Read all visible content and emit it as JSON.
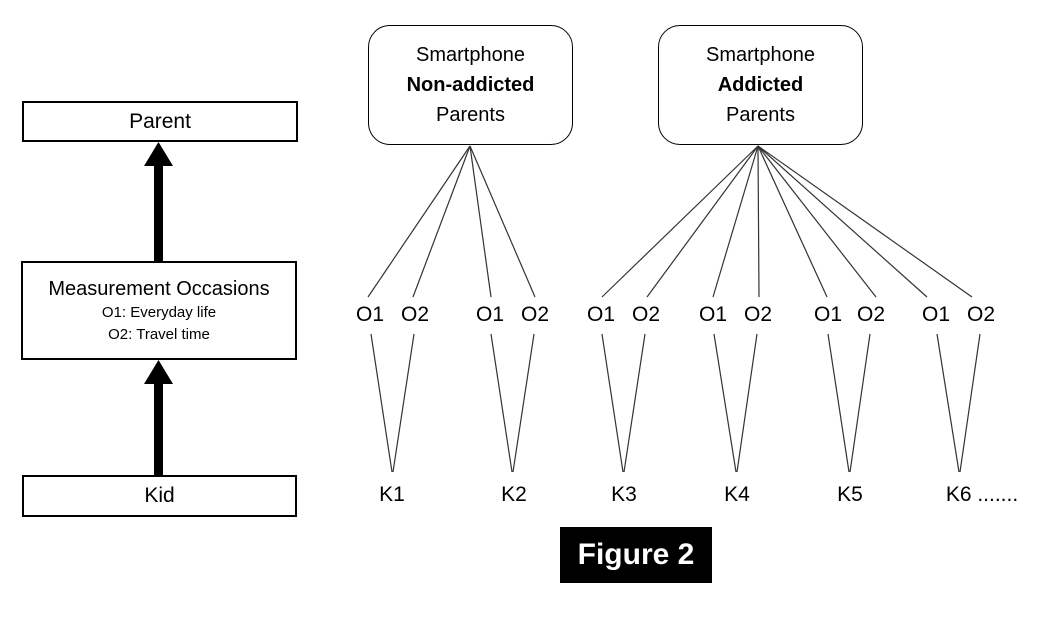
{
  "caption": "Figure 2",
  "colors": {
    "ink": "#000000",
    "connector_line": "#333333",
    "background": "#ffffff",
    "caption_bg": "#000000",
    "caption_fg": "#ffffff"
  },
  "left_flow": {
    "parent_label": "Parent",
    "measurement": {
      "title": "Measurement Occasions",
      "occasion1": "O1: Everyday life",
      "occasion2": "O2: Travel time"
    },
    "kid_label": "Kid"
  },
  "parent_groups": [
    {
      "line1": "Smartphone",
      "line2": "Non-addicted",
      "line3": "Parents"
    },
    {
      "line1": "Smartphone",
      "line2": "Addicted",
      "line3": "Parents"
    }
  ],
  "occasion_pairs": [
    {
      "o1": "O1",
      "o2": "O2"
    },
    {
      "o1": "O1",
      "o2": "O2"
    },
    {
      "o1": "O1",
      "o2": "O2"
    },
    {
      "o1": "O1",
      "o2": "O2"
    },
    {
      "o1": "O1",
      "o2": "O2"
    },
    {
      "o1": "O1",
      "o2": "O2"
    }
  ],
  "kids": [
    "K1",
    "K2",
    "K3",
    "K4",
    "K5",
    "K6 ......."
  ]
}
